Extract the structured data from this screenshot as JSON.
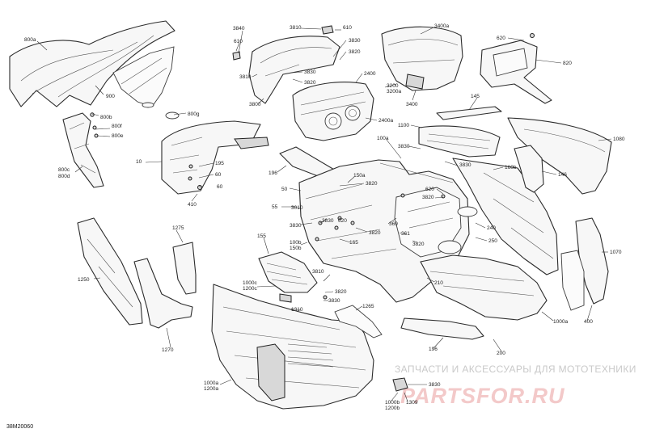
{
  "diagram": {
    "labels": [
      {
        "id": "l800a",
        "text": "800a"
      },
      {
        "id": "l900",
        "text": "900"
      },
      {
        "id": "l800b",
        "text": "800b"
      },
      {
        "id": "l800f",
        "text": "800f"
      },
      {
        "id": "l800e",
        "text": "800e"
      },
      {
        "id": "l800g",
        "text": "800g"
      },
      {
        "id": "l800c",
        "text": "800c"
      },
      {
        "id": "l800d",
        "text": "800d"
      },
      {
        "id": "l3840",
        "text": "3840"
      },
      {
        "id": "l3810a",
        "text": "3810"
      },
      {
        "id": "l610a",
        "text": "610"
      },
      {
        "id": "l610b",
        "text": "610"
      },
      {
        "id": "l3830a",
        "text": "3830"
      },
      {
        "id": "l3820a",
        "text": "3820"
      },
      {
        "id": "l3810b",
        "text": "3810"
      },
      {
        "id": "l3830b",
        "text": "3830"
      },
      {
        "id": "l3820b",
        "text": "3820"
      },
      {
        "id": "l3800",
        "text": "3800"
      },
      {
        "id": "l3400a",
        "text": "3400a"
      },
      {
        "id": "l2400",
        "text": "2400"
      },
      {
        "id": "l3200",
        "text": "3200"
      },
      {
        "id": "l3200a",
        "text": "3200a"
      },
      {
        "id": "l3400",
        "text": "3400"
      },
      {
        "id": "l2400a",
        "text": "2400a"
      },
      {
        "id": "l620a",
        "text": "620"
      },
      {
        "id": "l820",
        "text": "820"
      },
      {
        "id": "l145",
        "text": "145"
      },
      {
        "id": "l1100",
        "text": "1100"
      },
      {
        "id": "l100a",
        "text": "100a"
      },
      {
        "id": "l3830c",
        "text": "3830"
      },
      {
        "id": "l3830d",
        "text": "3830"
      },
      {
        "id": "l1080",
        "text": "1080"
      },
      {
        "id": "l10",
        "text": "10"
      },
      {
        "id": "l195",
        "text": "195"
      },
      {
        "id": "l60a",
        "text": "60"
      },
      {
        "id": "l60b",
        "text": "60"
      },
      {
        "id": "l410",
        "text": "410"
      },
      {
        "id": "l196a",
        "text": "196"
      },
      {
        "id": "l150a",
        "text": "150a"
      },
      {
        "id": "l160b",
        "text": "160b"
      },
      {
        "id": "l146",
        "text": "146"
      },
      {
        "id": "l3820c",
        "text": "3820"
      },
      {
        "id": "l620b",
        "text": "620"
      },
      {
        "id": "l3820d",
        "text": "3820"
      },
      {
        "id": "l50",
        "text": "50"
      },
      {
        "id": "l55",
        "text": "55"
      },
      {
        "id": "l3010",
        "text": "3010"
      },
      {
        "id": "l3830e",
        "text": "3830"
      },
      {
        "id": "l3830f",
        "text": "3830"
      },
      {
        "id": "l620c",
        "text": "620"
      },
      {
        "id": "l369",
        "text": "369"
      },
      {
        "id": "l240",
        "text": "240"
      },
      {
        "id": "l250",
        "text": "250"
      },
      {
        "id": "l1275",
        "text": "1275"
      },
      {
        "id": "l3820e",
        "text": "3820"
      },
      {
        "id": "l165",
        "text": "165"
      },
      {
        "id": "l361",
        "text": "361"
      },
      {
        "id": "l3820f",
        "text": "3820"
      },
      {
        "id": "l155",
        "text": "155"
      },
      {
        "id": "l100b",
        "text": "100b"
      },
      {
        "id": "l150b",
        "text": "150b"
      },
      {
        "id": "l1070",
        "text": "1070"
      },
      {
        "id": "l1250",
        "text": "1250"
      },
      {
        "id": "l1000c",
        "text": "1000c"
      },
      {
        "id": "l1200c",
        "text": "1200c"
      },
      {
        "id": "l3810c",
        "text": "3810"
      },
      {
        "id": "l3820g",
        "text": "3820"
      },
      {
        "id": "l3830g",
        "text": "3830"
      },
      {
        "id": "l210",
        "text": "210"
      },
      {
        "id": "l1310",
        "text": "1310"
      },
      {
        "id": "l1265",
        "text": "1265"
      },
      {
        "id": "l1000a",
        "text": "1000a"
      },
      {
        "id": "l400",
        "text": "400"
      },
      {
        "id": "l1270",
        "text": "1270"
      },
      {
        "id": "l196b",
        "text": "196"
      },
      {
        "id": "l200",
        "text": "200"
      },
      {
        "id": "l1000a2",
        "text": "1000a"
      },
      {
        "id": "l1200a",
        "text": "1200a"
      },
      {
        "id": "l3830h",
        "text": "3830"
      },
      {
        "id": "l1000b",
        "text": "1000b"
      },
      {
        "id": "l1200b",
        "text": "1200b"
      },
      {
        "id": "l1309",
        "text": "1309"
      }
    ],
    "diagram_code": "38M20060"
  },
  "watermark": {
    "tagline": "ЗАПЧАСТИ И АКСЕССУАРЫ ДЛЯ МОТОТЕХНИКИ",
    "logo": "PARTSFOR.RU"
  }
}
